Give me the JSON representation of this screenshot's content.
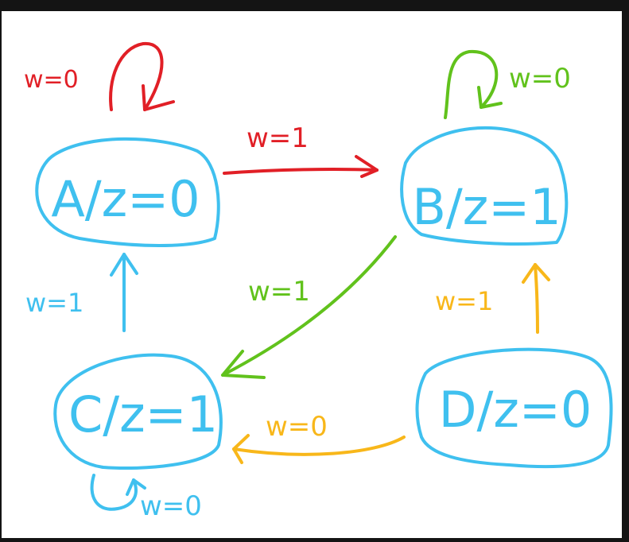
{
  "colors": {
    "frame": "#141414",
    "canvas": "#ffffff",
    "state": "#3fc0ef",
    "red": "#e11f26",
    "green": "#61c21c",
    "orange": "#f8b71a",
    "blue": "#3fc0ef"
  },
  "states": {
    "a": "A/z=0",
    "b": "B/z=1",
    "c": "C/z=1",
    "d": "D/z=0"
  },
  "transitions": {
    "a_self": "w=0",
    "a_to_b": "w=1",
    "b_self": "w=0",
    "b_to_c": "w=1",
    "c_to_a": "w=1",
    "d_to_b": "w=1",
    "d_to_c": "w=0",
    "c_self": "w=0"
  }
}
